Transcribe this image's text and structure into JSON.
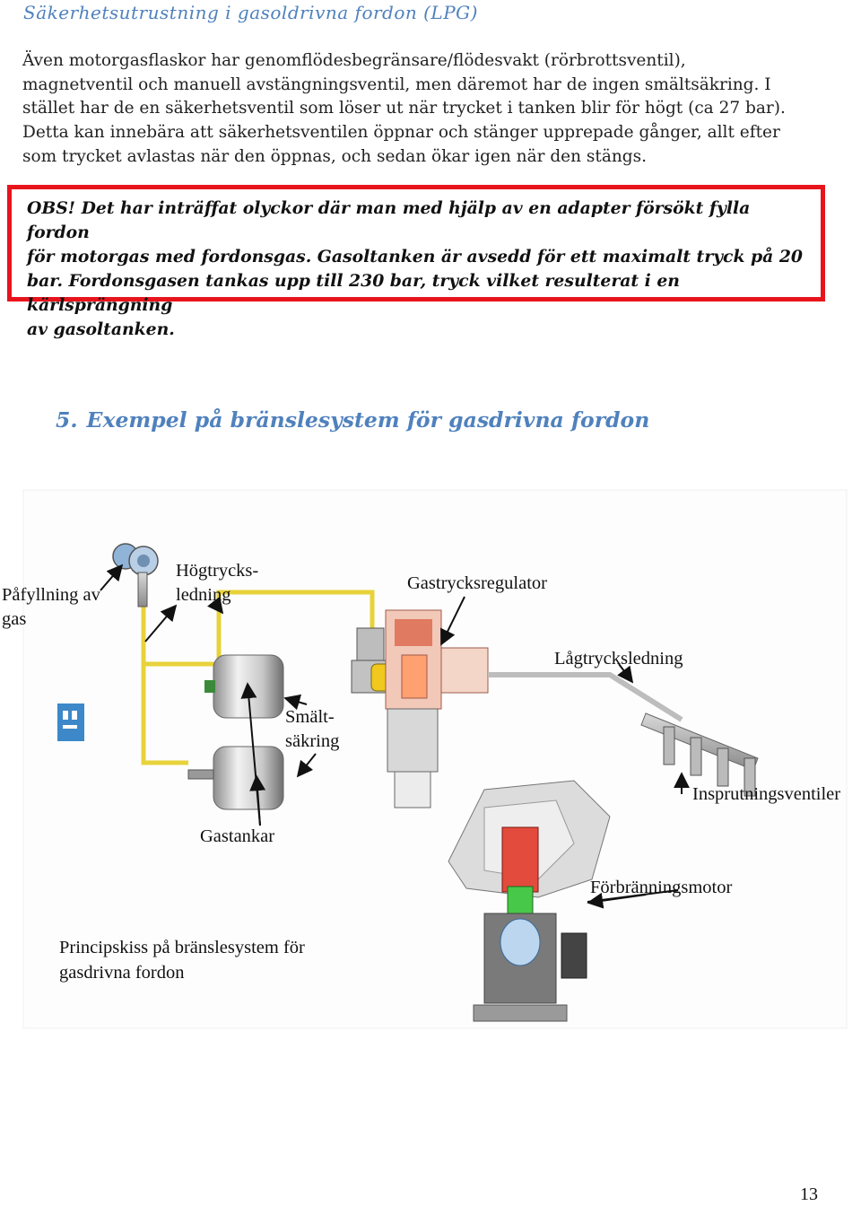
{
  "header": {
    "running_title": "Säkerhetsutrustning i gasoldrivna fordon (LPG)"
  },
  "intro": {
    "lines": [
      "Även motorgasflaskor har genomflödesbegränsare/flödesvakt (rörbrottsventil),",
      "magnetventil och manuell avstängningsventil, men däremot har de ingen smältsäkring. I",
      "stället har de en säkerhetsventil som löser ut när trycket i tanken blir för högt (ca 27 bar).",
      "Detta kan innebära att säkerhetsventilen öppnar och stänger upprepade gånger, allt efter",
      "som trycket avlastas när den öppnas, och sedan ökar igen när den stängs."
    ]
  },
  "warning": {
    "lines": [
      "OBS! Det har inträffat olyckor där man med hjälp av en adapter försökt fylla fordon",
      "för motorgas med fordonsgas. Gasoltanken är avsedd för ett maximalt tryck på 20",
      "bar. Fordonsgasen tankas upp till 230 bar, tryck vilket resulterat i en kärlsprängning",
      "av gasoltanken."
    ],
    "border_color": "#e8141c"
  },
  "section": {
    "number": "5.",
    "title": "Exempel på bränslesystem för gasdrivna fordon",
    "color": "#4f81bd"
  },
  "figure": {
    "labels": {
      "refill_l1": "Påfyllning av",
      "refill_l2": "gas",
      "hp_line_l1": "Högtrycks-",
      "hp_line_l2": "ledning",
      "regulator": "Gastrycksregulator",
      "lp_line": "Lågtrycksledning",
      "fuse_l1": "Smält-",
      "fuse_l2": "säkring",
      "injectors": "Insprutningsventiler",
      "tanks": "Gastankar",
      "engine": "Förbränningsmotor"
    },
    "caption_l1": "Principskiss på bränslesystem för",
    "caption_l2": "gasdrivna fordon"
  },
  "page_number": "13"
}
